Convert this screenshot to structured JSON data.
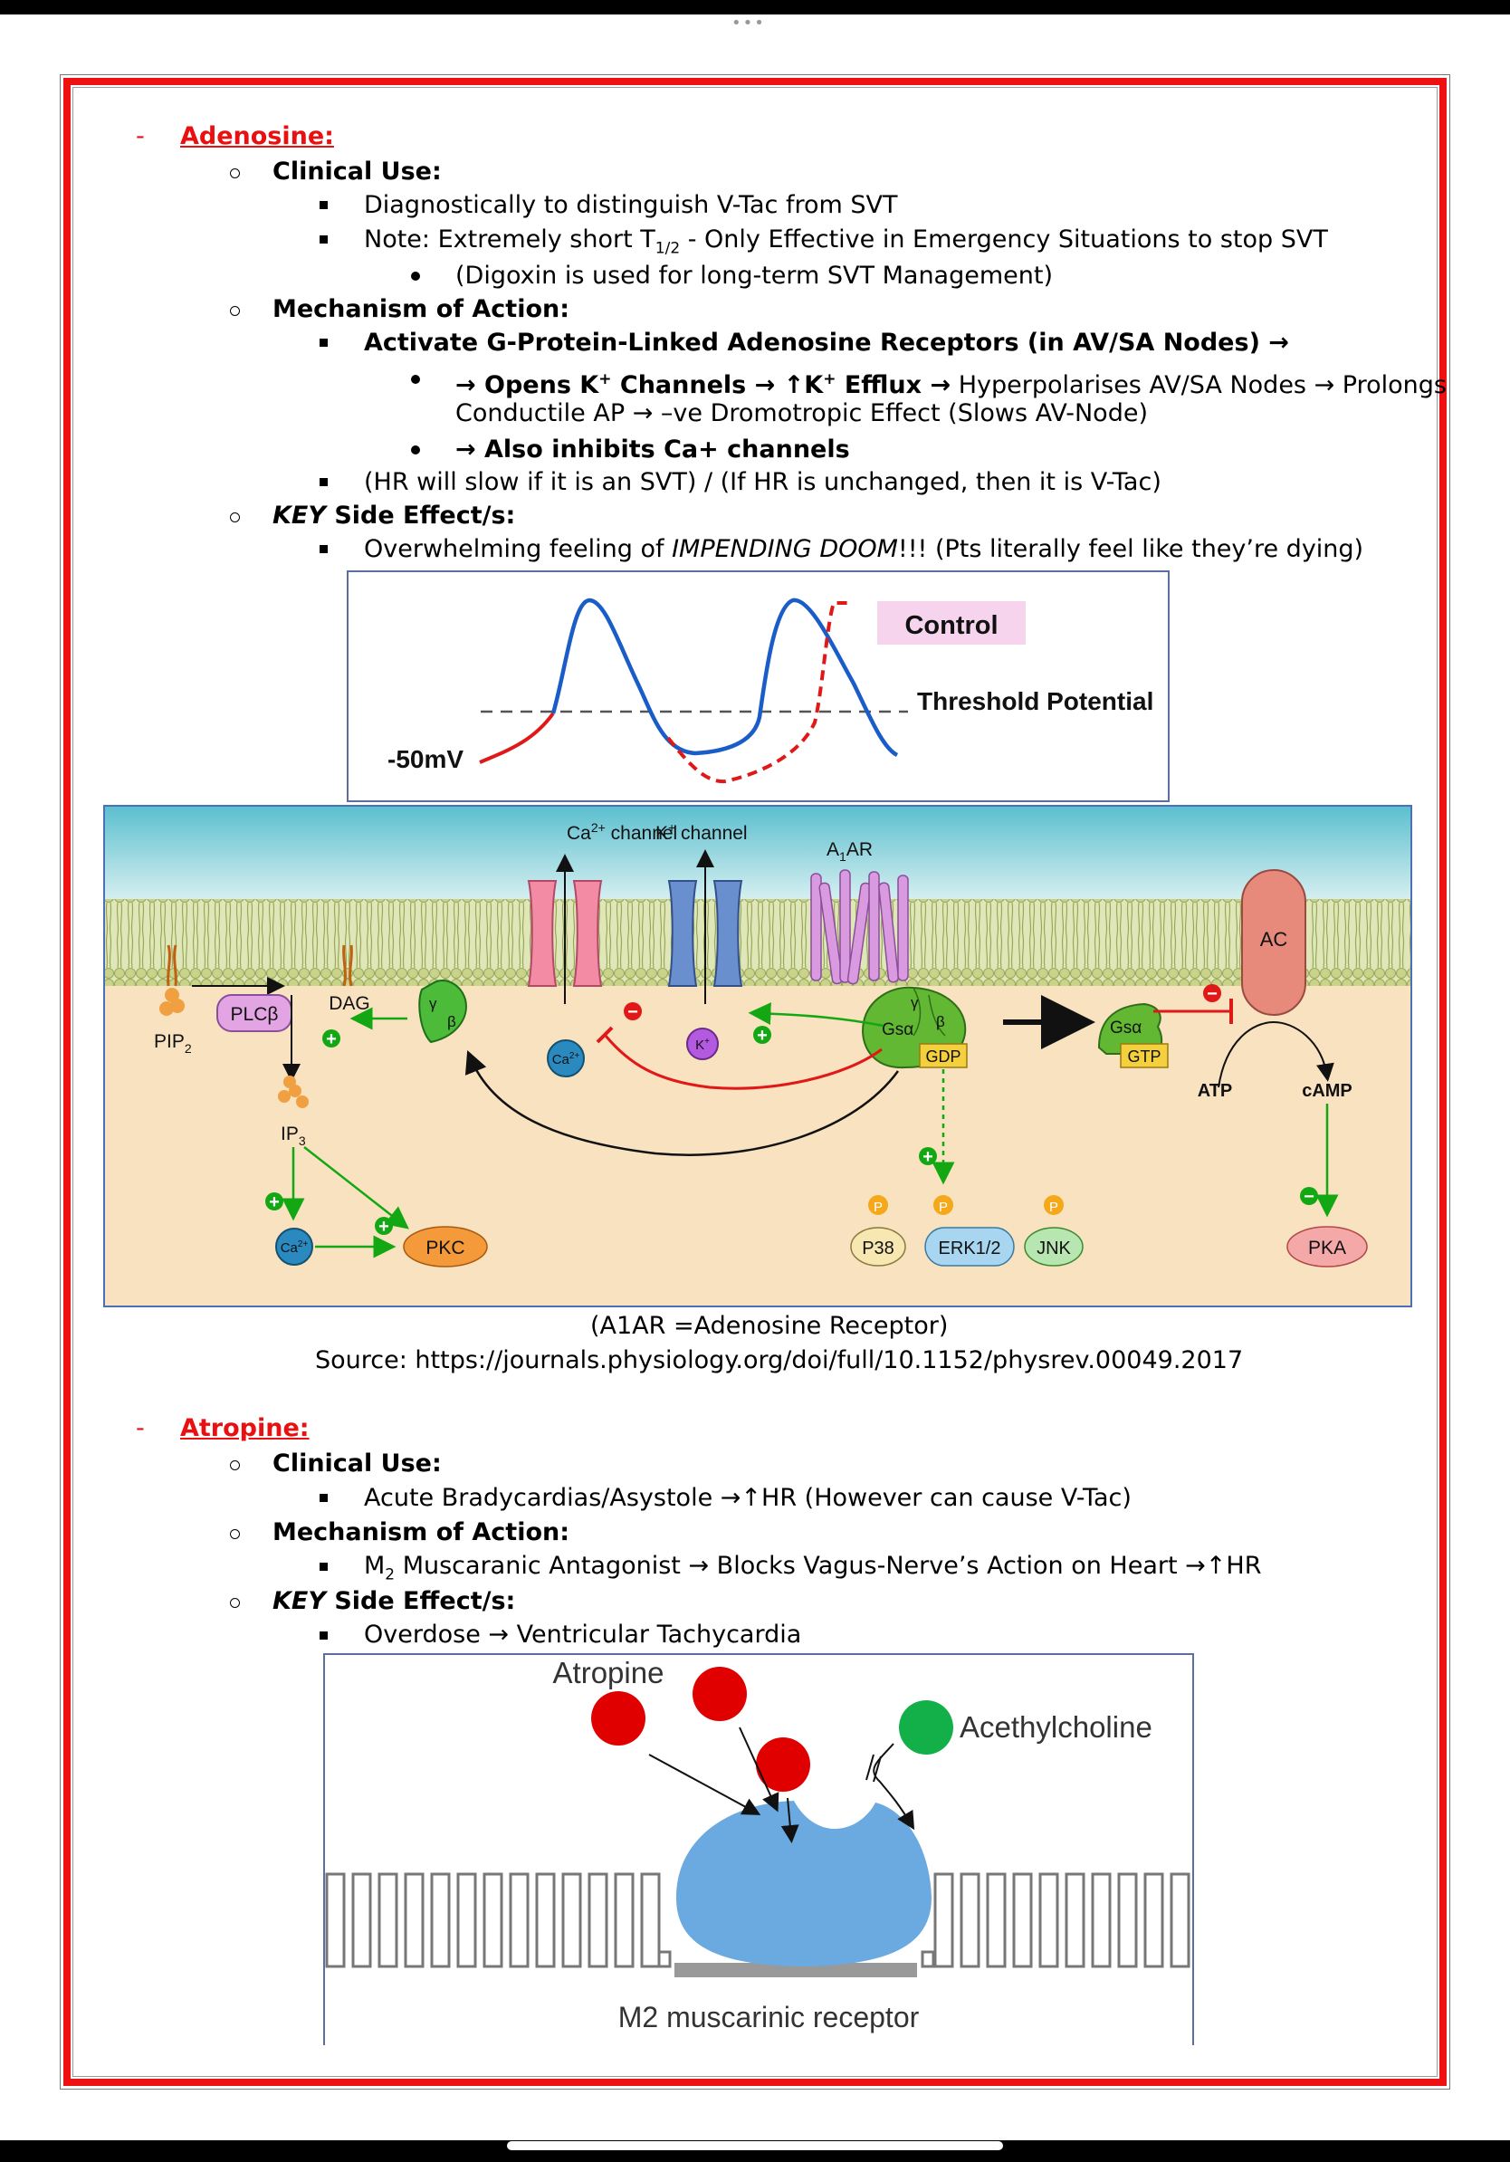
{
  "adenosine": {
    "heading": "Adenosine:",
    "clinical_use_label": "Clinical Use:",
    "clinical_use_1": "Diagnostically to distinguish V-Tac from SVT",
    "note_prefix": "Note: Extremely short T",
    "note_sub": "1/2",
    "note_suffix": " - Only Effective in Emergency Situations to stop SVT",
    "digoxin": "(Digoxin is used for long-term SVT Management)",
    "moa_label": "Mechanism of Action:",
    "moa_1": "Activate G-Protein-Linked Adenosine Receptors (in AV/SA Nodes) →",
    "moa_1a_bold_1": "→ Opens K",
    "moa_1a_bold_2": " Channels → ↑K",
    "moa_1a_bold_3": " Efflux →",
    "moa_1a_rest": " Hyperpolarises AV/SA Nodes → Prolongs",
    "moa_1a_line2": "Conductile AP → –ve Dromotropic Effect (Slows AV-Node)",
    "moa_1b": "→ Also inhibits Ca+ channels",
    "moa_2": "(HR will slow if it is an SVT) / (If HR is unchanged, then it is V-Tac)",
    "side_key": "KEY",
    "side_label": " Side Effect/s:",
    "side_1_pre": "Overwhelming feeling of ",
    "side_1_italic": "IMPENDING DOOM",
    "side_1_post": "!!! (Pts literally feel like they’re dying)",
    "caption_1": "(A1AR =Adenosine Receptor)",
    "caption_2": "Source: https://journals.physiology.org/doi/full/10.1152/physrev.00049.2017"
  },
  "ap_chart": {
    "control": "Control",
    "threshold": "Threshold Potential",
    "voltage": "-50mV",
    "colors": {
      "normal": "#1a5cc8",
      "adenosine": "#e01818",
      "control_bg": "#f6d4ee"
    }
  },
  "pathway": {
    "ca_channel_pre": "Ca",
    "ca_channel_sup": "2+",
    "ca_channel_post": " channel",
    "k_channel_pre": "K",
    "k_channel_sup": "+",
    "k_channel_post": " channel",
    "a1ar_pre": "A",
    "a1ar_sub": "1",
    "a1ar_post": "AR",
    "ac": "AC",
    "plcb": "PLCβ",
    "pip2_pre": "PIP",
    "pip2_sub": "2",
    "dag": "DAG",
    "ip3_pre": "IP",
    "ip3_sub": "3",
    "ca_pre": "Ca",
    "ca_sup": "2+",
    "k_pre": "K",
    "k_sup": "+",
    "pkc": "PKC",
    "gamma": "γ",
    "beta": "β",
    "gsa": "Gsα",
    "gdp": "GDP",
    "gtp": "GTP",
    "atp": "ATP",
    "camp": "cAMP",
    "pka": "PKA",
    "p38": "P38",
    "erk": "ERK1/2",
    "jnk": "JNK",
    "p": "P",
    "plus": "+",
    "minus": "−"
  },
  "atropine": {
    "heading": "Atropine:",
    "clinical_use_label": "Clinical Use:",
    "clinical_use_1": "Acute Bradycardias/Asystole →↑HR (However can cause V-Tac)",
    "moa_label": "Mechanism of Action:",
    "moa_1_pre": "M",
    "moa_1_sub": "2",
    "moa_1_post": " Muscaranic Antagonist → Blocks Vagus-Nerve’s Action on Heart →↑HR",
    "side_key": "KEY",
    "side_label": " Side Effect/s:",
    "side_1": "Overdose → Ventricular Tachycardia"
  },
  "m2_diagram": {
    "atropine": "Atropine",
    "ach": "Acethylcholine",
    "receptor": "M2 muscarinic receptor"
  }
}
